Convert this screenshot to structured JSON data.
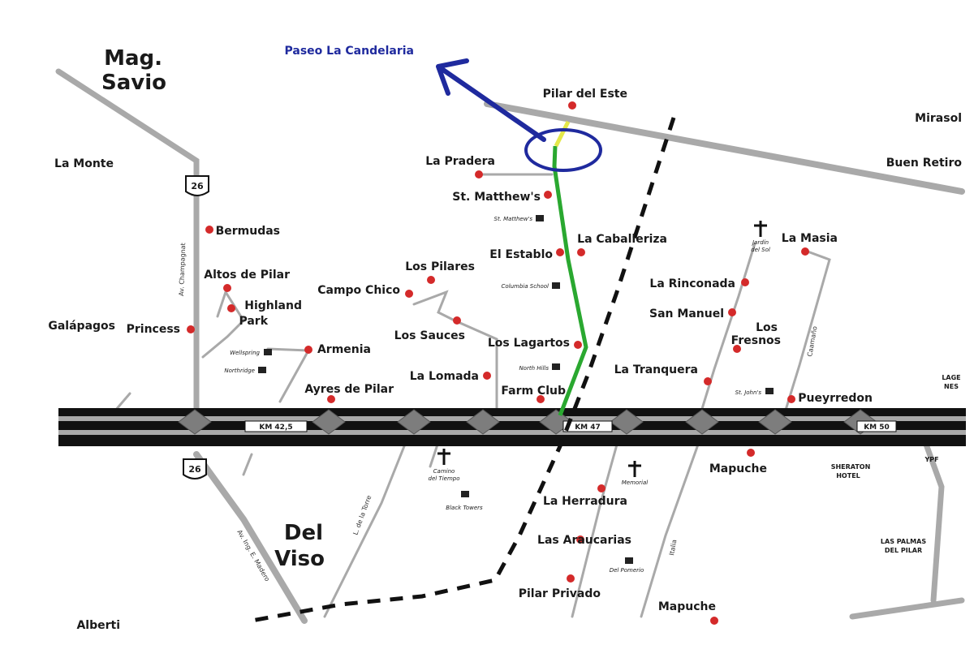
{
  "colors": {
    "place_dot": "#d42a2a",
    "route_green": "#2aa830",
    "route_blue": "#1f2a9e",
    "highway": "#111111",
    "road": "#a9a9a9",
    "marker_yellow": "#e4e84a"
  },
  "labels": {
    "paseo": "Paseo La Candelaria",
    "mag_savio_1": "Mag.",
    "mag_savio_2": "Savio",
    "del_viso_1": "Del",
    "del_viso_2": "Viso",
    "pilar_del_este": "Pilar del Este",
    "mirasol": "Mirasol",
    "buen_retiro": "Buen Retiro",
    "la_monte": "La Monte",
    "la_pradera": "La Pradera",
    "st_matthews": "St. Matthew's",
    "bermudas": "Bermudas",
    "la_caballeriza": "La Caballeriza",
    "la_masia": "La Masia",
    "el_establo": "El Establo",
    "los_pilares": "Los Pilares",
    "altos_de_pilar": "Altos de Pilar",
    "campo_chico": "Campo Chico",
    "la_rinconada": "La Rinconada",
    "highland": "Highland",
    "park": "Park",
    "san_manuel": "San Manuel",
    "galapagos": "Galápagos",
    "princess": "Princess",
    "los_sauces": "Los Sauces",
    "los_1": "Los",
    "fresnos": "Fresnos",
    "armenia": "Armenia",
    "los_lagartos": "Los Lagartos",
    "la_tranquera": "La Tranquera",
    "la_lomada": "La Lomada",
    "ayres_de_pilar": "Ayres de Pilar",
    "farm_club": "Farm Club",
    "pueyrredon": "Pueyrredon",
    "mapuche": "Mapuche",
    "la_herradura": "La Herradura",
    "las_araucarias": "Las Araucarias",
    "pilar_privado": "Pilar Privado",
    "mapuche_2": "Mapuche",
    "sheraton_1": "SHERATON",
    "sheraton_2": "HOTEL",
    "las_palmas_1": "LAS PALMAS",
    "las_palmas_2": "DEL PILAR",
    "lage_1": "LAGE",
    "lage_2": "NES",
    "ypf": "YPF",
    "km_42": "KM 42,5",
    "km_47": "KM 47",
    "km_50": "KM 50",
    "route_26": "26",
    "school_st_matthews": "St. Matthew's",
    "school_columbia": "Columbia School",
    "school_north_hills": "North Hills",
    "school_wellspring": "Wellspring",
    "school_northridge": "Northridge",
    "school_st_johns": "St. John's",
    "school_black_towers": "Black Towers",
    "school_del_pomerio": "Del Pomerio",
    "cem_jardin_1": "Jardín",
    "cem_jardin_2": "del Sol",
    "cem_camino_1": "Camino",
    "cem_camino_2": "del Tiempo",
    "cem_memorial": "Memorial",
    "road_champagnat": "Av. Champagnat",
    "road_caamano": "Caamaño",
    "road_de_la_torre": "L. de la Torre",
    "road_ing_e_madero": "Av. Ing. E. Madero",
    "road_italia": "Italia",
    "corner_text": "Alberti"
  }
}
